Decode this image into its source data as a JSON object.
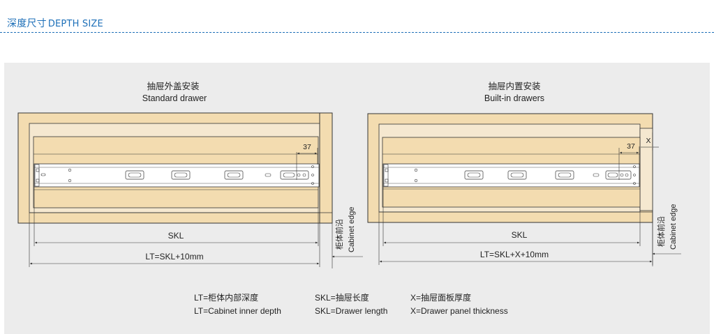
{
  "header": {
    "title_cn": "深度尺寸",
    "title_en": "DEPTH SIZE"
  },
  "left": {
    "title_cn": "抽屉外盖安装",
    "title_en": "Standard drawer",
    "dim_37": "37",
    "skl": "SKL",
    "lt": "LT=SKL+10mm",
    "cabinet_cn": "柜体前沿",
    "cabinet_en": "Cabinet edge"
  },
  "right": {
    "title_cn": "抽屉内置安装",
    "title_en": "Built-in drawers",
    "dim_37": "37",
    "dim_x": "X",
    "skl": "SKL",
    "lt": "LT=SKL+X+10mm",
    "cabinet_cn": "柜体前沿",
    "cabinet_en": "Cabinet edge"
  },
  "legend": {
    "lt_cn": "LT=柜体内部深度",
    "lt_en": "LT=Cabinet inner depth",
    "skl_cn": "SKL=抽屉长度",
    "skl_en": "SKL=Drawer length",
    "x_cn": "X=抽屉面板厚度",
    "x_en": "X=Drawer panel thickness"
  },
  "colors": {
    "wood": "#f3dcb0",
    "wood_light": "#f5e8d0",
    "line": "#333333",
    "accent": "#1d6fb8",
    "panel": "#ececec"
  }
}
